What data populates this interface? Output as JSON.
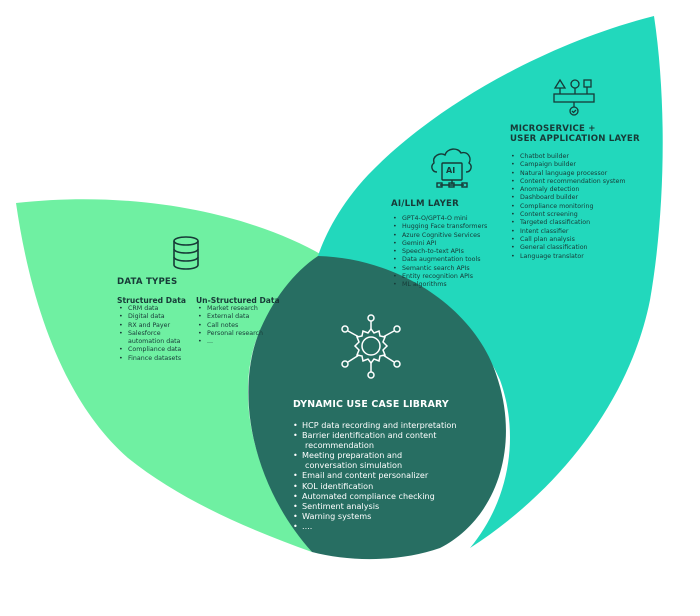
{
  "data_types": {
    "title": "DATA TYPES",
    "structured": {
      "title": "Structured Data",
      "items": [
        "CRM data",
        "Digital data",
        "RX and Payer",
        "Salesforce",
        "automation data",
        "Compliance data",
        "Finance datasets"
      ]
    },
    "unstructured": {
      "title": "Un-Structured Data",
      "items": [
        "Market research",
        "External data",
        "Call notes",
        "Personal research",
        "..."
      ]
    }
  },
  "ai_llm": {
    "title": "AI/LLM LAYER",
    "icon_label": "AI",
    "items": [
      "GPT4-O/GPT4-O mini",
      "Hugging Face transformers",
      "Azure Cognitive Services",
      "Gemini API",
      "Speech-to-text APIs",
      "Data augmentation tools",
      "Semantic search APIs",
      "Entity recognition APIs",
      "ML algorithms"
    ]
  },
  "microservice": {
    "title_line1": "MICROSERVICE +",
    "title_line2": "USER APPLICATION LAYER",
    "items": [
      "Chatbot builder",
      "Campaign builder",
      "Natural language processor",
      "Content recommendation system",
      "Anomaly detection",
      "Dashboard builder",
      "Compliance monitoring",
      "Content screening",
      "Targeted classification",
      "Intent classifier",
      "Call plan analysis",
      "General classification",
      "Language translator"
    ]
  },
  "use_case_library": {
    "title": "DYNAMIC USE CASE LIBRARY",
    "items": [
      "HCP data recording and interpretation",
      "Barrier identification and content",
      "recommendation",
      "Meeting preparation and",
      "conversation simulation",
      "Email and content personalizer",
      "KOL identification",
      "Automated compliance checking",
      "Sentiment analysis",
      "Warning systems",
      "...."
    ]
  },
  "colors": {
    "left_leaf": "#6ff0a2",
    "right_leaf": "#22d8bc",
    "center_leaf": "#276e62",
    "text_dark": "#173a37",
    "text_light": "#ffffff"
  }
}
